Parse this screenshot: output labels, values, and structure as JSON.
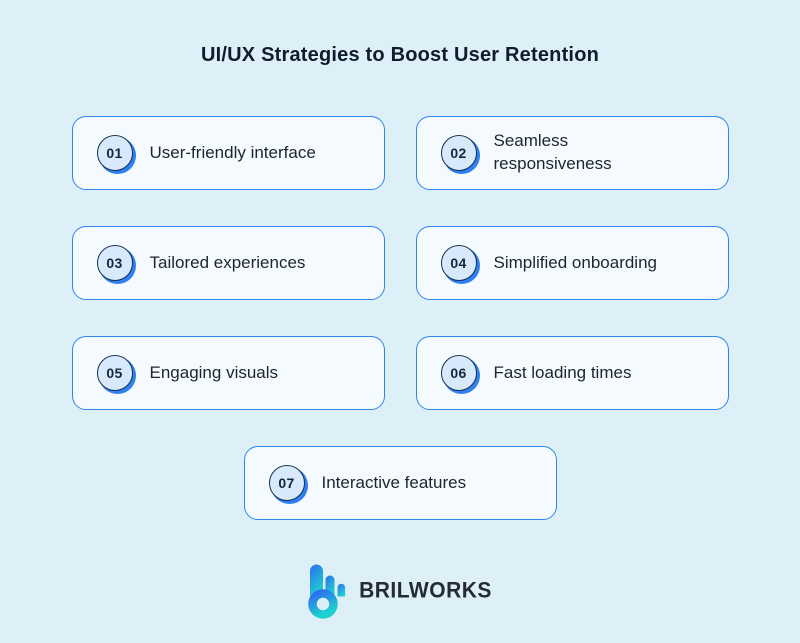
{
  "page": {
    "title": "UI/UX Strategies to Boost User Retention",
    "background_color": "#def0f7"
  },
  "cards": [
    {
      "number": "01",
      "label": "User-friendly interface"
    },
    {
      "number": "02",
      "label": "Seamless responsiveness"
    },
    {
      "number": "03",
      "label": "Tailored experiences"
    },
    {
      "number": "04",
      "label": "Simplified onboarding"
    },
    {
      "number": "05",
      "label": "Engaging visuals"
    },
    {
      "number": "06",
      "label": "Fast loading times"
    },
    {
      "number": "07",
      "label": "Interactive features"
    }
  ],
  "footer": {
    "brand": "BRILWORKS"
  },
  "colors": {
    "card_border": "#2e86ea",
    "card_background": "#f4fafd",
    "badge_background": "#d9e9fc",
    "badge_ring_accent": "#2e7ff2",
    "badge_outline": "#16324c",
    "logo_gradient_start": "#2e6cf0",
    "logo_gradient_end": "#1ed0cf",
    "title_text": "#0e1c2b"
  }
}
